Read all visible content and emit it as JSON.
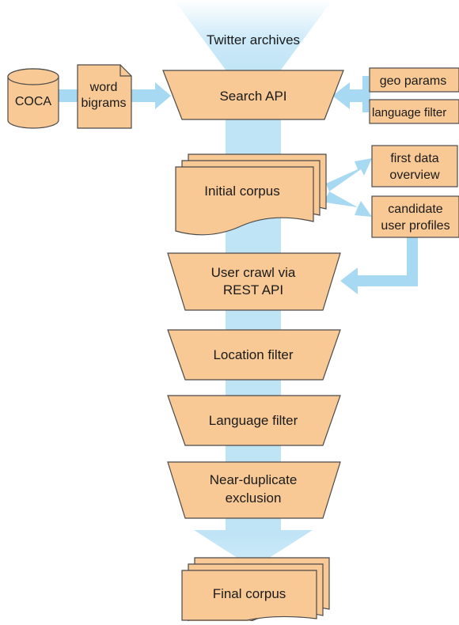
{
  "source": "Twitter archives",
  "coca": "COCA",
  "word_bigrams": [
    "word",
    "bigrams"
  ],
  "search_api": "Search API",
  "geo_params": "geo params",
  "language_filter_side": "language filter",
  "initial_corpus": "Initial corpus",
  "first_data_overview": [
    "first data",
    "overview"
  ],
  "candidate_user_profiles": [
    "candidate",
    "user profiles"
  ],
  "user_crawl": [
    "User crawl via",
    "REST API"
  ],
  "location_filter": "Location filter",
  "language_filter": "Language filter",
  "near_duplicate": [
    "Near-duplicate",
    "exclusion"
  ],
  "final_corpus": "Final corpus",
  "colors": {
    "node_fill": "#f8c994",
    "node_stroke": "#4a4a4a",
    "flow": "#bfe4f6",
    "arrow": "#a8d9f2"
  }
}
